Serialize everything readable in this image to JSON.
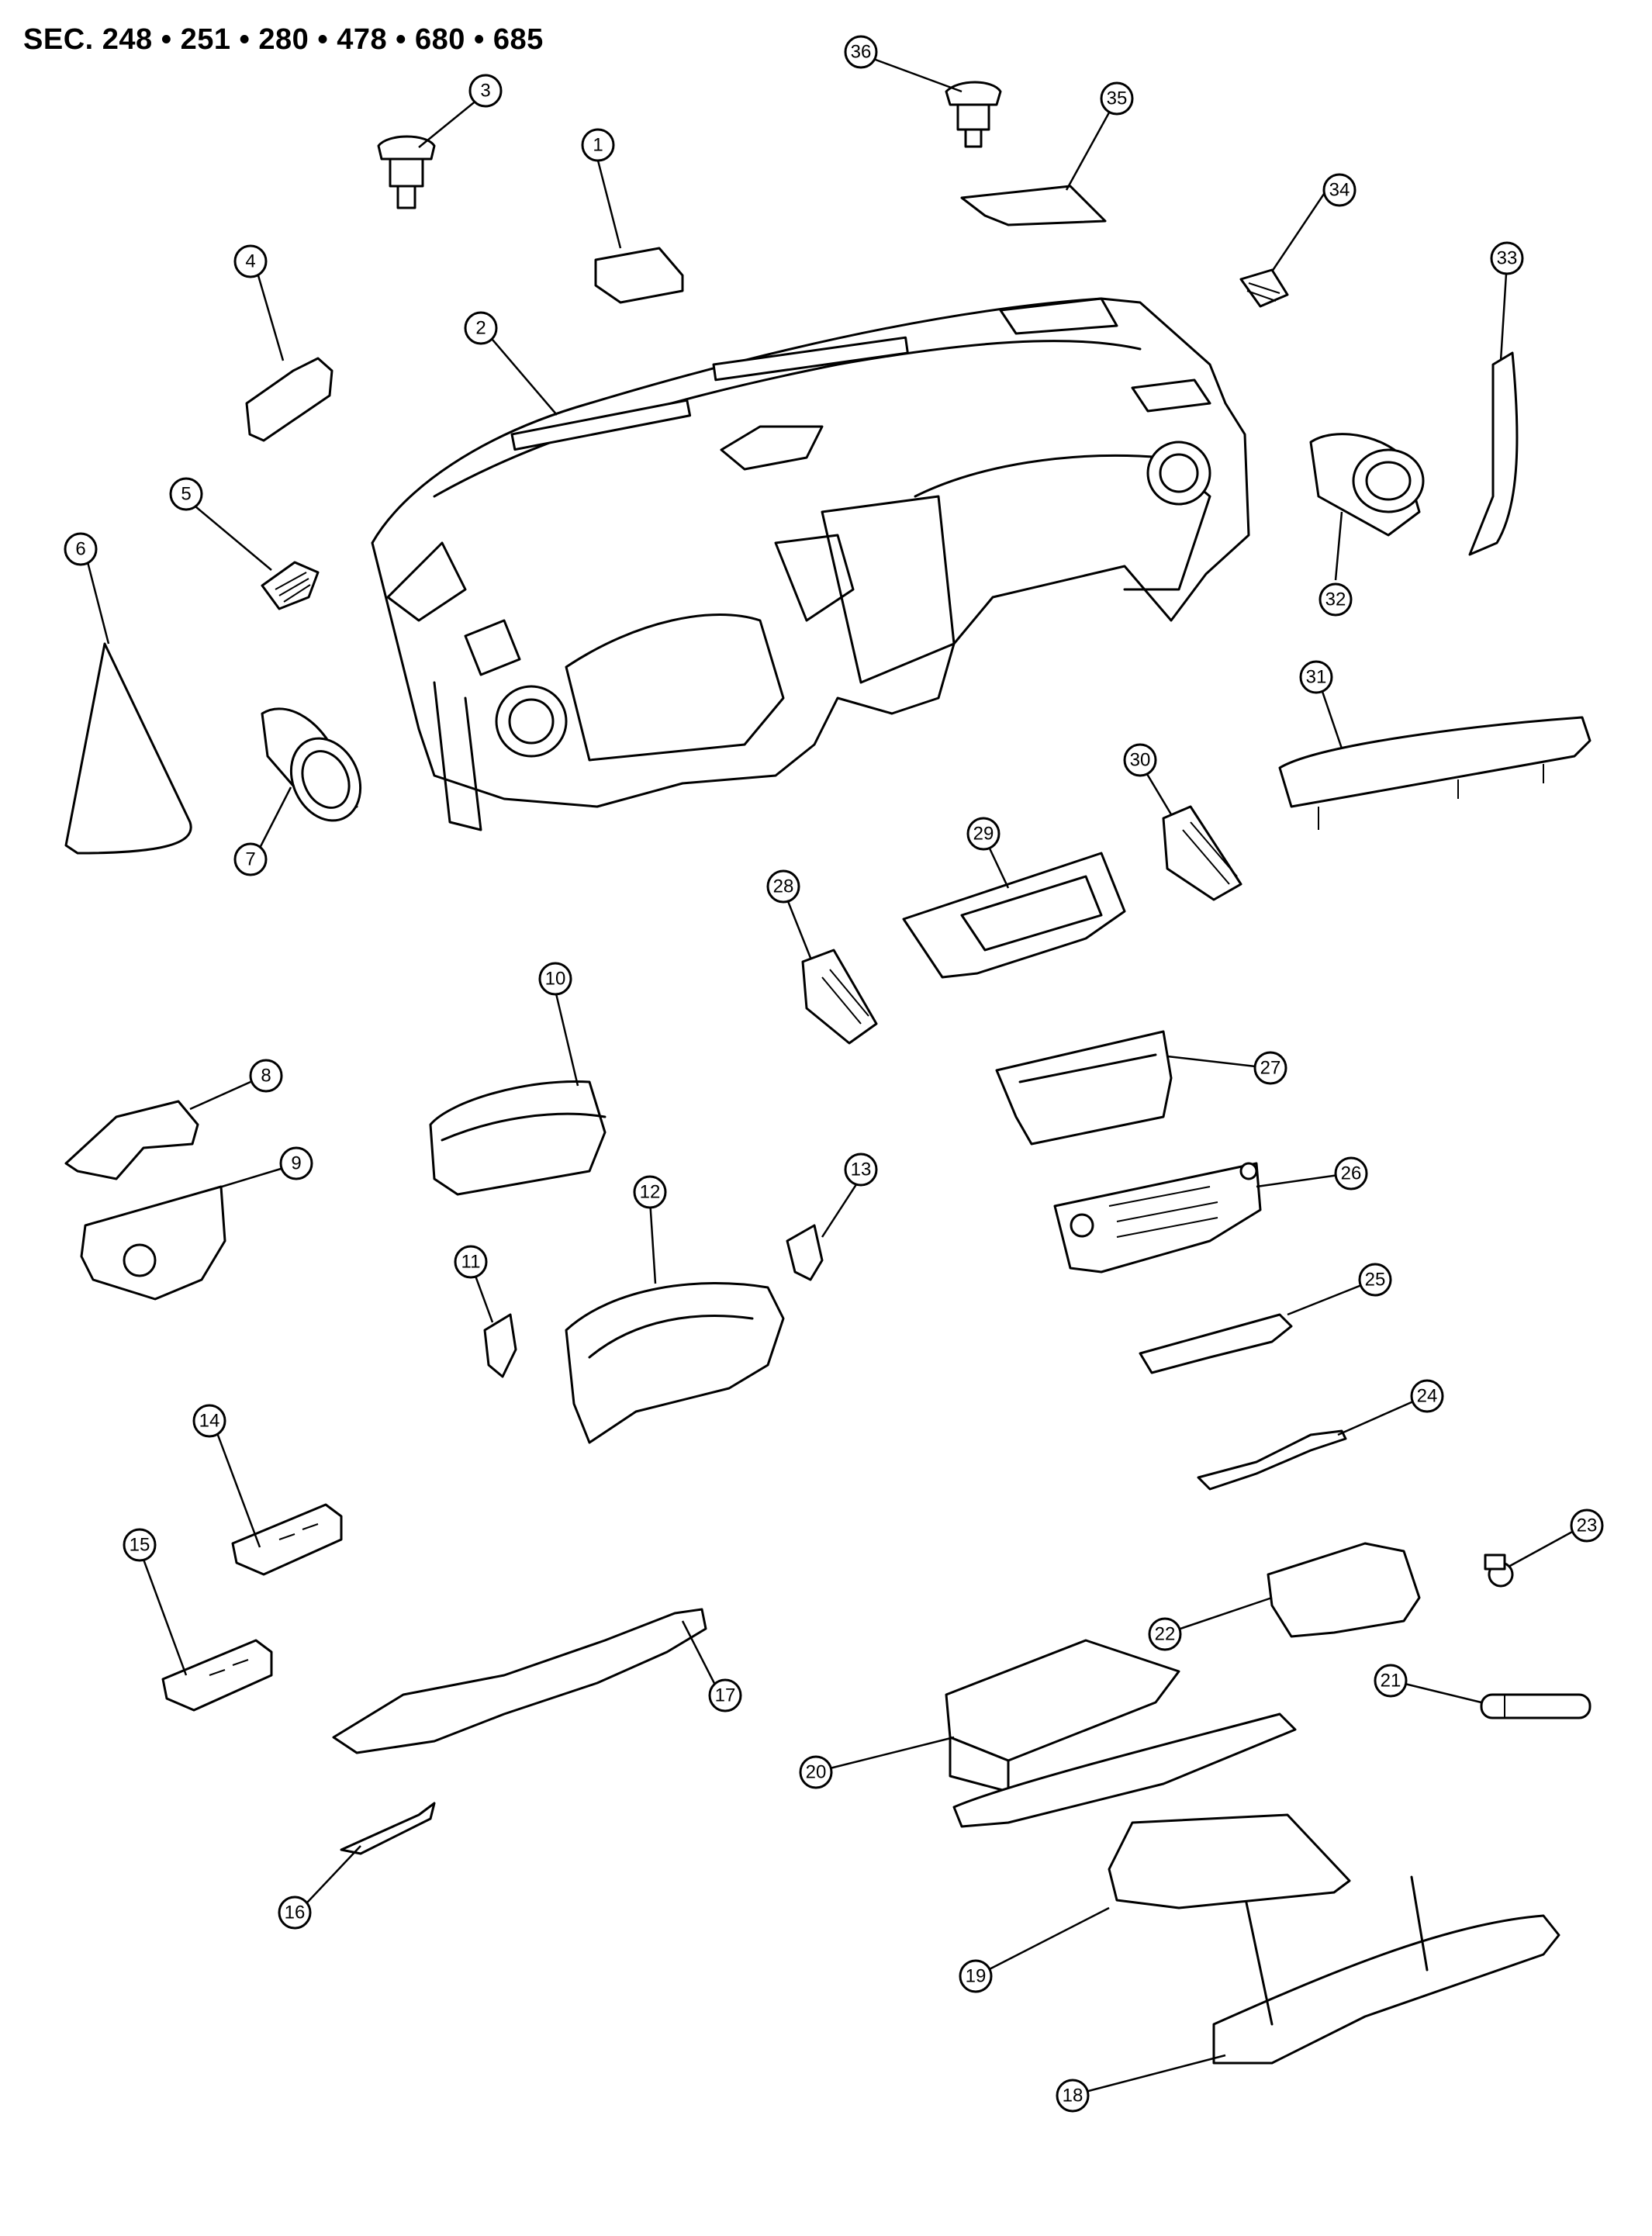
{
  "header": {
    "section_label": "SEC. 248 • 251 • 280 • 478 • 680 • 685"
  },
  "callouts": [
    "1",
    "2",
    "3",
    "4",
    "5",
    "6",
    "7",
    "8",
    "9",
    "10",
    "11",
    "12",
    "13",
    "14",
    "15",
    "16",
    "17",
    "18",
    "19",
    "20",
    "21",
    "22",
    "23",
    "24",
    "25",
    "26",
    "27",
    "28",
    "29",
    "30",
    "31",
    "32",
    "33",
    "34",
    "35",
    "36"
  ],
  "colors": {
    "line": "#000000",
    "background": "#ffffff"
  }
}
